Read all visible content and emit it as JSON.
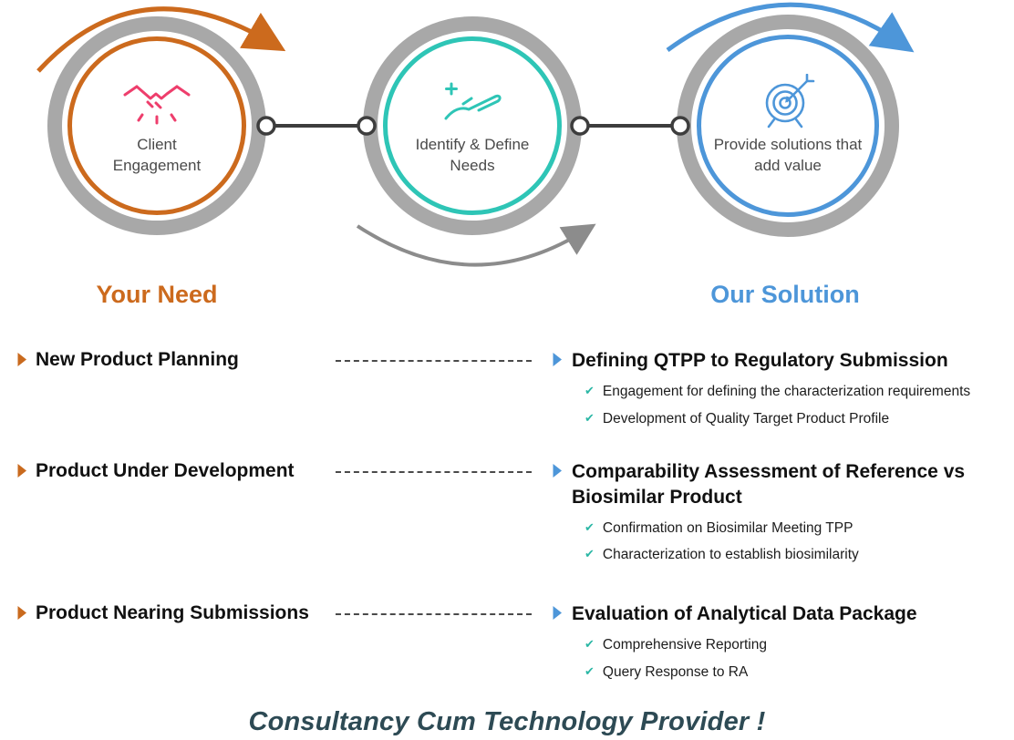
{
  "colors": {
    "orange": "#CC6A1D",
    "teal": "#2EC5B6",
    "blue": "#4D96D9",
    "pink": "#EE3E6C",
    "gray_ring": "#A8A8A8",
    "connector": "#3D3D3D",
    "check": "#2BB7A5",
    "footer_text": "#2D4A54"
  },
  "process": {
    "steps": [
      {
        "label": "Client Engagement",
        "icon": "handshake-icon"
      },
      {
        "label": "Identify & Define Needs",
        "icon": "offering-hand-icon"
      },
      {
        "label": "Provide solutions that add value",
        "icon": "target-icon"
      }
    ]
  },
  "columns": {
    "left_title": "Your Need",
    "right_title": "Our Solution"
  },
  "rows": [
    {
      "need": "New Product Planning",
      "solution": "Defining QTPP to Regulatory Submission",
      "points": [
        "Engagement for defining the characterization requirements",
        "Development of Quality Target Product Profile"
      ]
    },
    {
      "need": "Product Under Development",
      "solution": "Comparability Assessment of Reference vs Biosimilar Product",
      "points": [
        "Confirmation on Biosimilar Meeting TPP",
        "Characterization to establish biosimilarity"
      ]
    },
    {
      "need": "Product Nearing Submissions",
      "solution": "Evaluation of Analytical Data Package",
      "points": [
        "Comprehensive Reporting",
        "Query Response to RA"
      ]
    }
  ],
  "footer": {
    "text": "Consultancy Cum Technology Provider !"
  }
}
